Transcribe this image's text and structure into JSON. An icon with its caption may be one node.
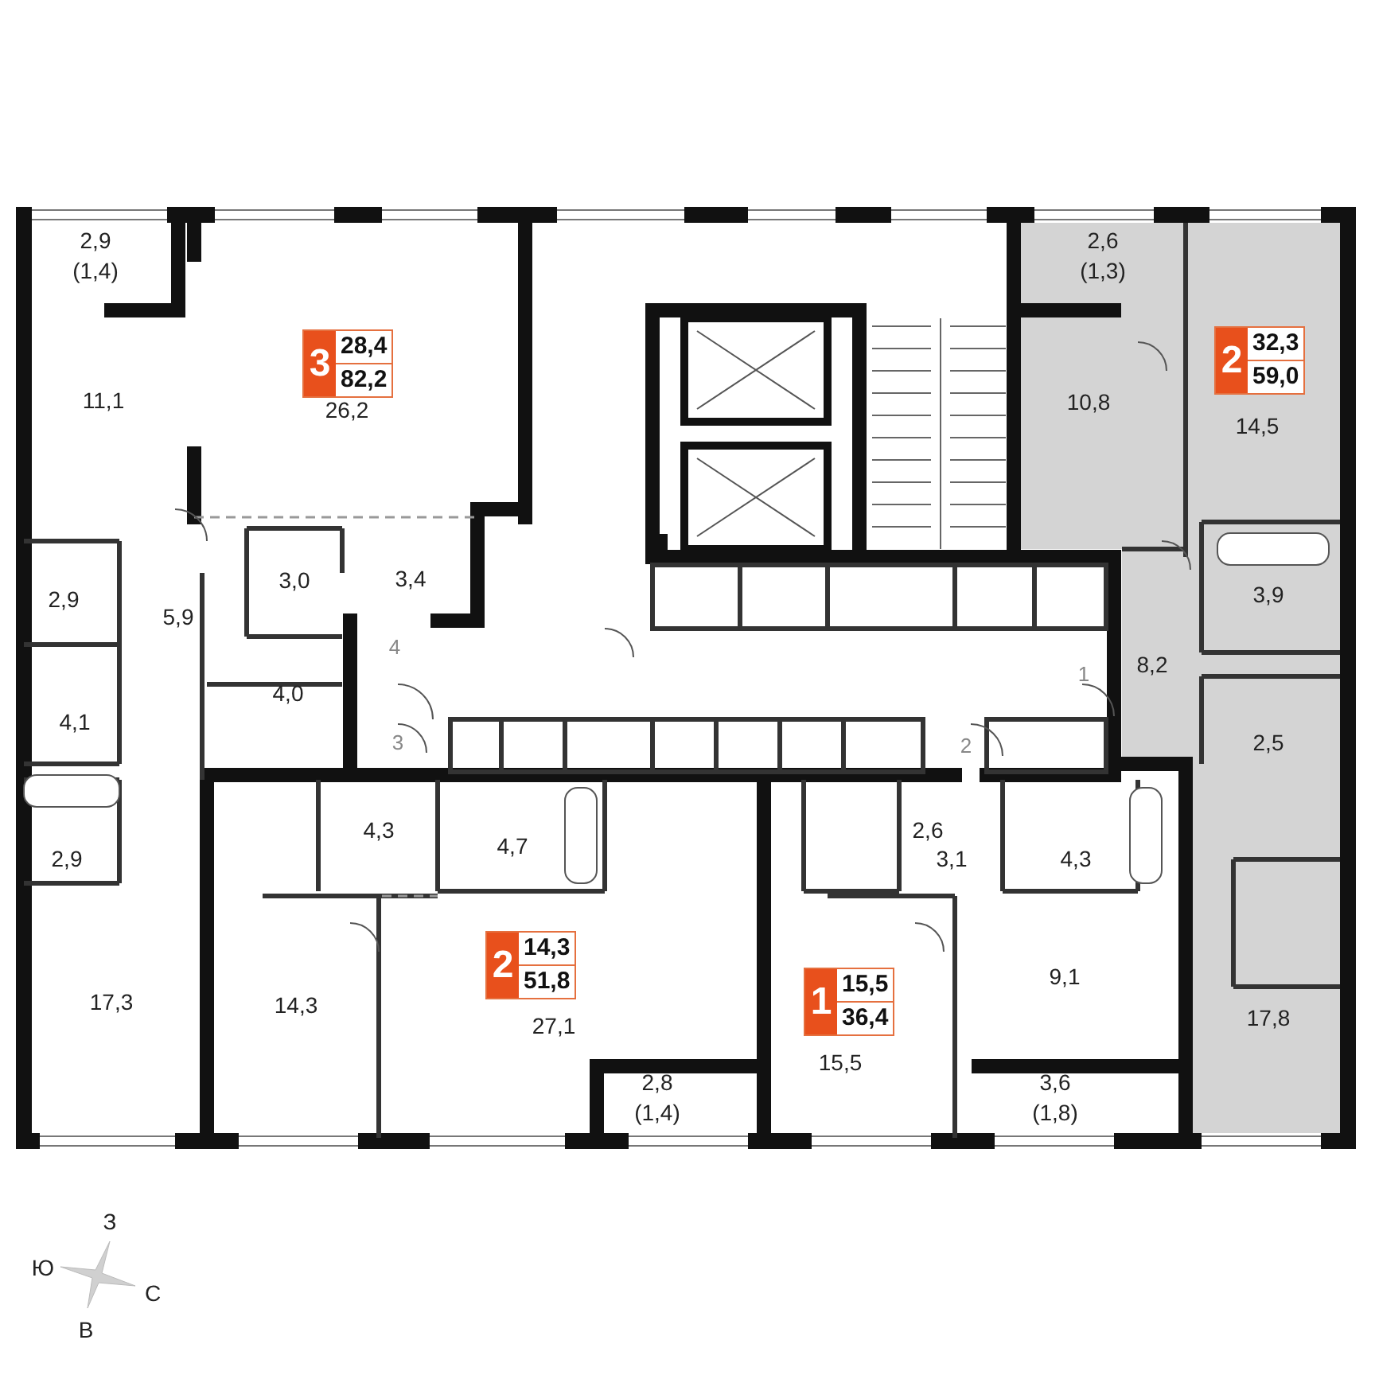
{
  "diagram": {
    "nodes": [
      {
        "text": [
          "3",
          "28,4",
          "82,2"
        ]
      },
      {
        "text": [
          "2",
          "32,3",
          "59,0"
        ]
      },
      {
        "text": [
          "2",
          "14,3",
          "51,8"
        ]
      },
      {
        "text": [
          "1",
          "15,5",
          "36,4"
        ]
      }
    ],
    "labels": [
      "2,9 (1,4)",
      "2,6 (1,3)",
      "11,1",
      "26,2",
      "10,8",
      "14,5",
      "2,9",
      "5,9",
      "3,0",
      "3,4",
      "3,9",
      "4,1",
      "4,0",
      "4",
      "1",
      "8,2",
      "3",
      "2",
      "2,5",
      "4,3",
      "4,7",
      "2,9",
      "2,6",
      "3,1",
      "4,3",
      "9,1",
      "17,3",
      "14,3",
      "27,1",
      "17,8",
      "15,5",
      "2,8 (1,4)",
      "3,6 (1,8)",
      "З",
      "Ю",
      "С",
      "В"
    ]
  }
}
